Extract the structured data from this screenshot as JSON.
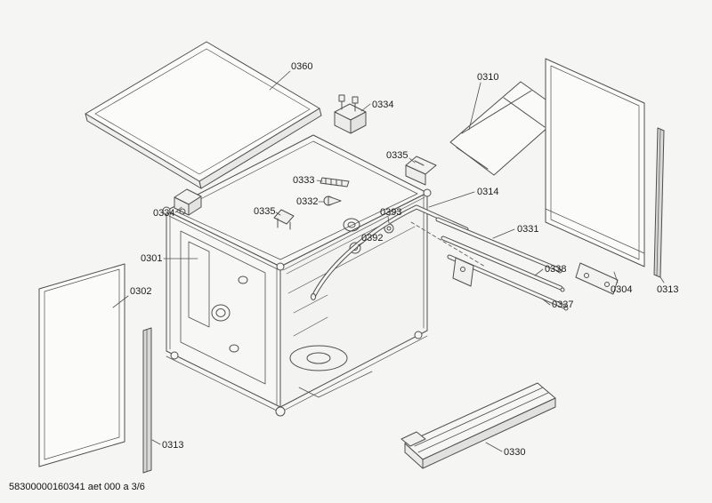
{
  "page": {
    "background_color": "#f5f5f4",
    "line_color": "#4f4f4f",
    "footer_text": "58300000160341 aet 000 a 3/6"
  },
  "diagram": {
    "type": "exploded-parts-diagram",
    "subject": "Dishwasher cabinet assembly exploded view, sheet 3 of 6",
    "callouts": [
      {
        "part": "worktop-panel",
        "ref": "0360"
      },
      {
        "part": "latch-part-top",
        "ref": "0334"
      },
      {
        "part": "insulation-sheet",
        "ref": "0310"
      },
      {
        "part": "bracket-right",
        "ref": "0335"
      },
      {
        "part": "rail-clip",
        "ref": "0333"
      },
      {
        "part": "valve-part",
        "ref": "0332"
      },
      {
        "part": "grommet-upper",
        "ref": "0393"
      },
      {
        "part": "frame-tube",
        "ref": "0314"
      },
      {
        "part": "grommet-lower",
        "ref": "0392"
      },
      {
        "part": "rail-top",
        "ref": "0331"
      },
      {
        "part": "rail-middle",
        "ref": "0338"
      },
      {
        "part": "latch-part-left",
        "ref": "0334"
      },
      {
        "part": "bracket-mid",
        "ref": "0335"
      },
      {
        "part": "cabinet-body",
        "ref": "0301"
      },
      {
        "part": "side-panel-right",
        "ref": "0304"
      },
      {
        "part": "seal-strip-right",
        "ref": "0313"
      },
      {
        "part": "door-outer-panel",
        "ref": "0302"
      },
      {
        "part": "rail-bottom",
        "ref": "0337"
      },
      {
        "part": "seal-strip-left",
        "ref": "0313"
      },
      {
        "part": "base-plinth",
        "ref": "0330"
      }
    ]
  }
}
